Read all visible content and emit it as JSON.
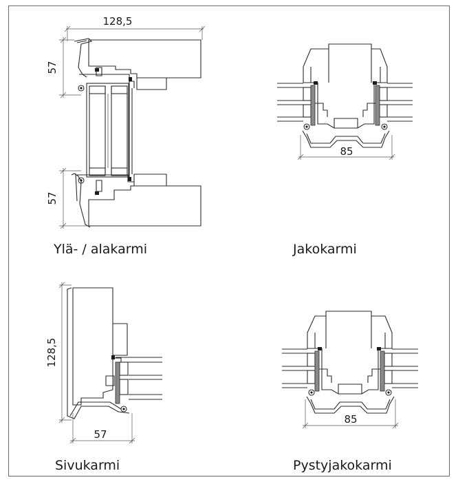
{
  "captions": {
    "top_left": "Ylä- / alakarmi",
    "top_right": "Jakokarmi",
    "bottom_left": "Sivukarmi",
    "bottom_right": "Pystyjakokarmi"
  },
  "dimensions": {
    "top_left_width": "128,5",
    "top_left_height_upper": "57",
    "top_left_height_lower": "57",
    "top_right_width": "85",
    "bottom_left_height": "128,5",
    "bottom_left_width": "57",
    "bottom_right_width": "85"
  },
  "colors": {
    "line": "#2a2a2a",
    "frame_border": "#6a6a6a"
  }
}
